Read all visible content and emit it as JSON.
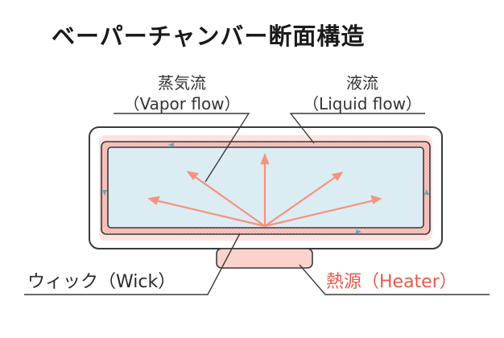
{
  "title": "ベーパーチャンバー断面構造",
  "labels": {
    "vapor_jp": "蒸気流",
    "vapor_en": "（Vapor flow）",
    "liquid_jp": "液流",
    "liquid_en": "（Liquid flow）",
    "wick": "ウィック（Wick）",
    "heater": "熱源（Heater）"
  },
  "colors": {
    "outline": "#3a3a3a",
    "shell_fill": "#ffffff",
    "wick_fill": "#f6c9c4",
    "vapor_fill": "#dcecf3",
    "arrow": "#f4937f",
    "liquid_arrow": "#6fa3b5",
    "heater_fill": "#fbd3cb",
    "heater_text": "#e85a4a"
  }
}
